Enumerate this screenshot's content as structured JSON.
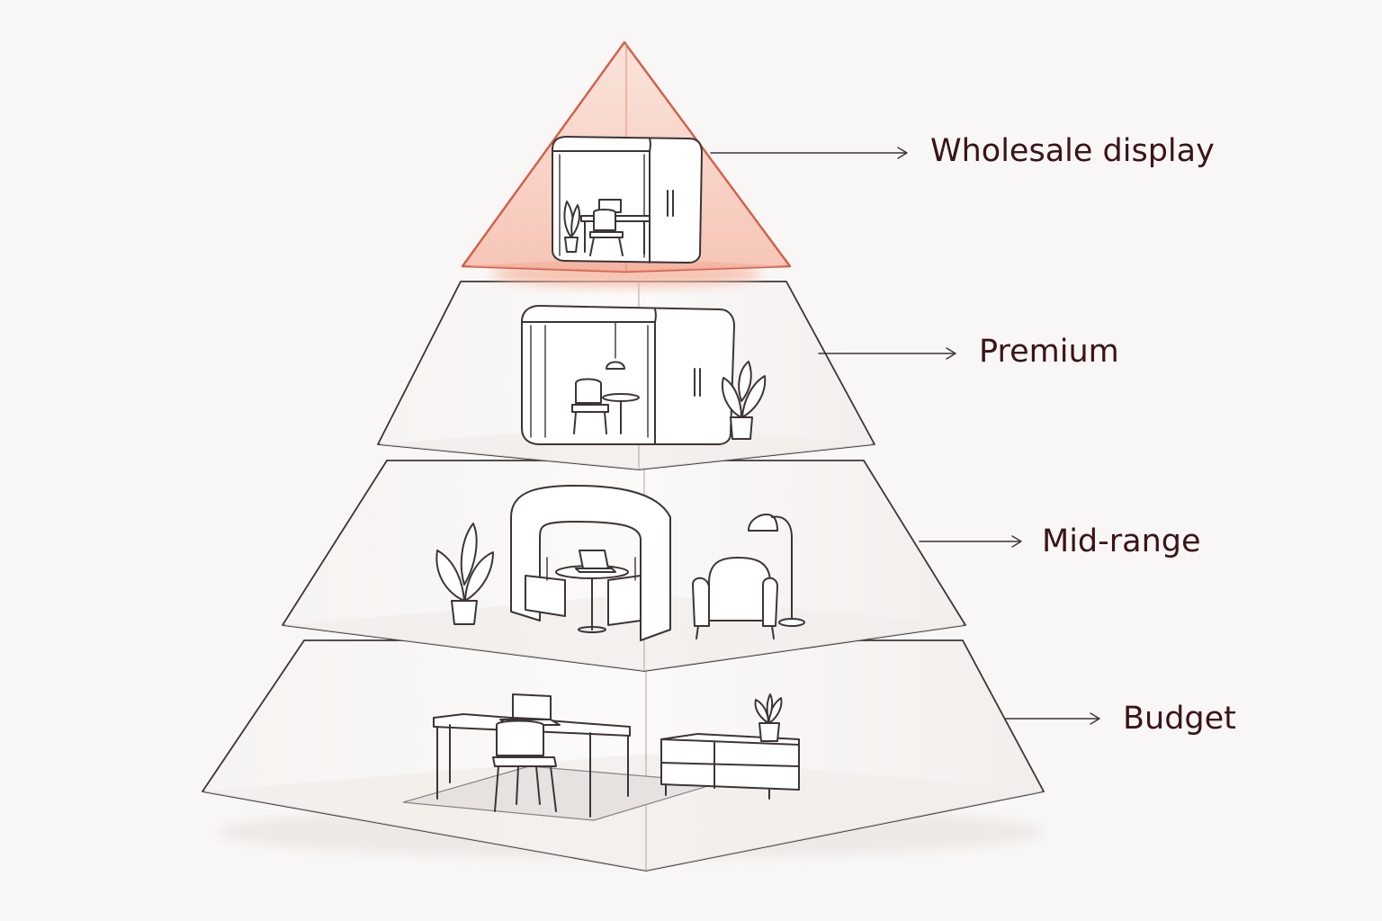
{
  "tiers": [
    {
      "id": "wholesale",
      "label": "Wholesale display",
      "highlight": true,
      "illustration": "enclosed-office-pod-with-desk"
    },
    {
      "id": "premium",
      "label": "Premium",
      "highlight": false,
      "illustration": "glass-meeting-pod-with-pendant-lamp"
    },
    {
      "id": "mid-range",
      "label": "Mid-range",
      "highlight": false,
      "illustration": "booth-seating-with-armchair-and-floor-lamp"
    },
    {
      "id": "budget",
      "label": "Budget",
      "highlight": false,
      "illustration": "desk-chair-and-shelving-unit"
    }
  ],
  "colors": {
    "accent": "#d8553a",
    "accent_fill": "#f7cbbd",
    "line": "#3c3436",
    "label": "#3a1418",
    "background": "#f9f7f5"
  }
}
